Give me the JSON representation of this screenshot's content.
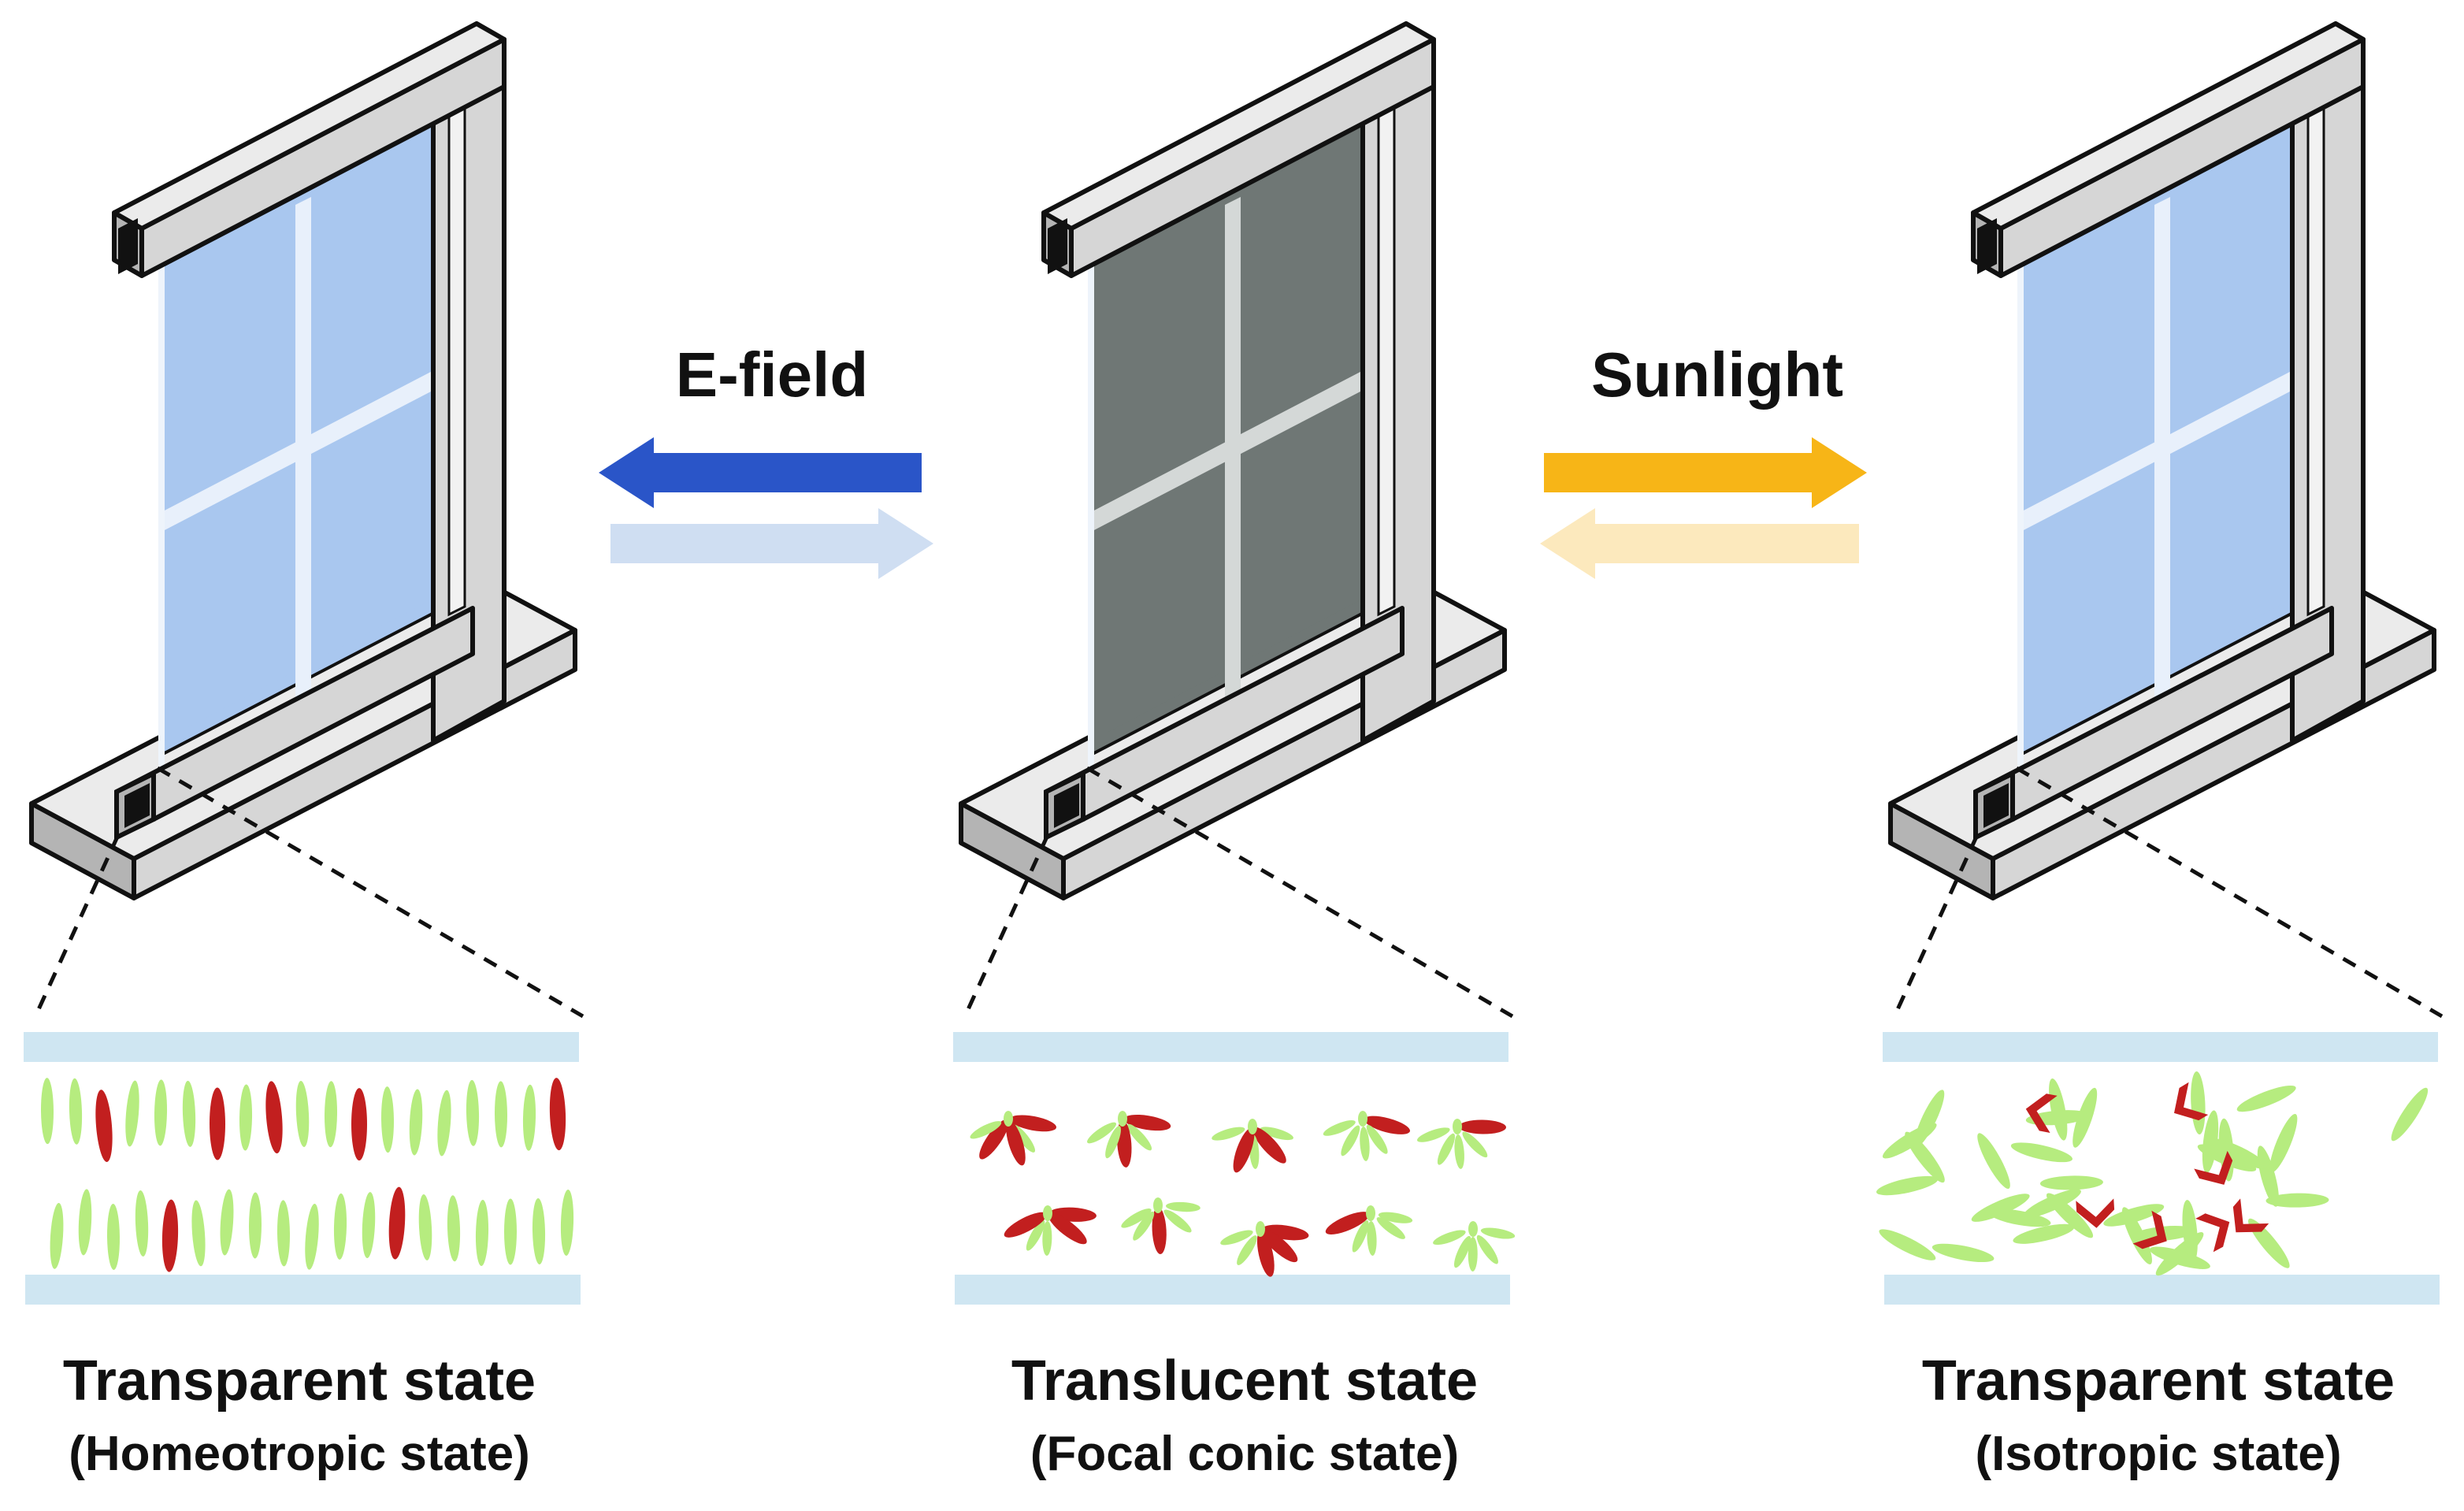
{
  "colors": {
    "frame_face": "#d6d6d6",
    "frame_top": "#ebebeb",
    "frame_side": "#b4b4b4",
    "outline": "#111111",
    "glass_clear": "#a9c7ef",
    "glass_frosted": "#6f7775",
    "mullion_clear": "#e8f0fb",
    "mullion_frosted": "#d4d8d7",
    "substrate": "#cfe6f2",
    "lc_green": "#b6ec7f",
    "lc_red": "#c21f1f",
    "efield_arrow": "#2a55c8",
    "efield_arrow_faded": "#cfdef2",
    "sunlight_arrow": "#f7b517",
    "sunlight_arrow_faded": "#fce9bd"
  },
  "arrows": {
    "efield": {
      "label": "E-field"
    },
    "sunlight": {
      "label": "Sunlight"
    }
  },
  "states": [
    {
      "title": "Transparent state",
      "subtitle": "(Homeotropic state)",
      "glass": "clear",
      "lc_arrangement": "vertical-aligned"
    },
    {
      "title": "Translucent state",
      "subtitle": "(Focal conic state)",
      "glass": "frosted",
      "lc_arrangement": "focal-conic-domains"
    },
    {
      "title": "Transparent state",
      "subtitle": "(Isotropic state)",
      "glass": "clear",
      "lc_arrangement": "random-isotropic"
    }
  ]
}
